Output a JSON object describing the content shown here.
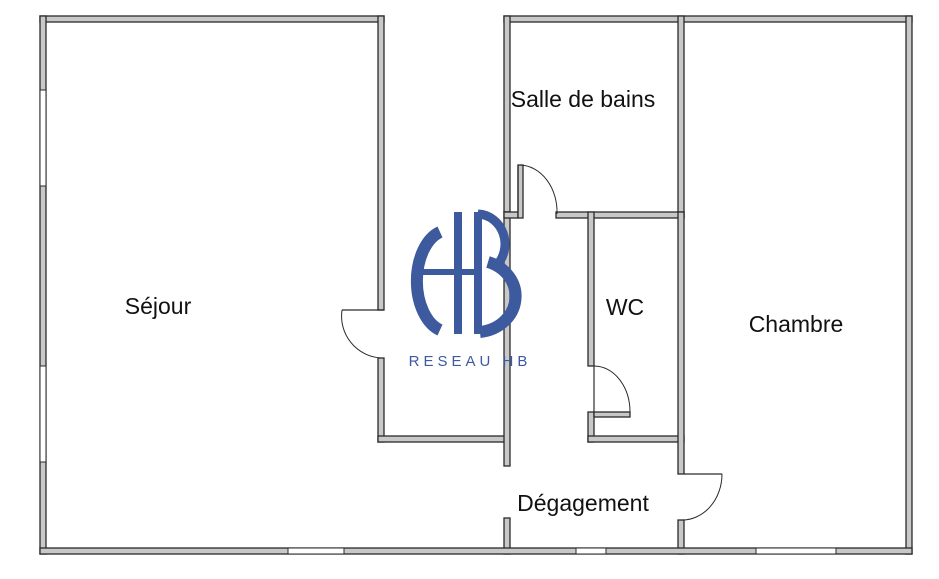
{
  "rooms": {
    "sejour": "Séjour",
    "salle_de_bains": "Salle de bains",
    "wc": "WC",
    "chambre": "Chambre",
    "degagement": "Dégagement"
  },
  "logo": {
    "monogram": "HB",
    "text": "RESEAU HB",
    "color": "#3d5a9e"
  },
  "colors": {
    "wall_fill": "#c8c8c8",
    "wall_stroke": "#2a2a2a",
    "background": "#ffffff"
  }
}
